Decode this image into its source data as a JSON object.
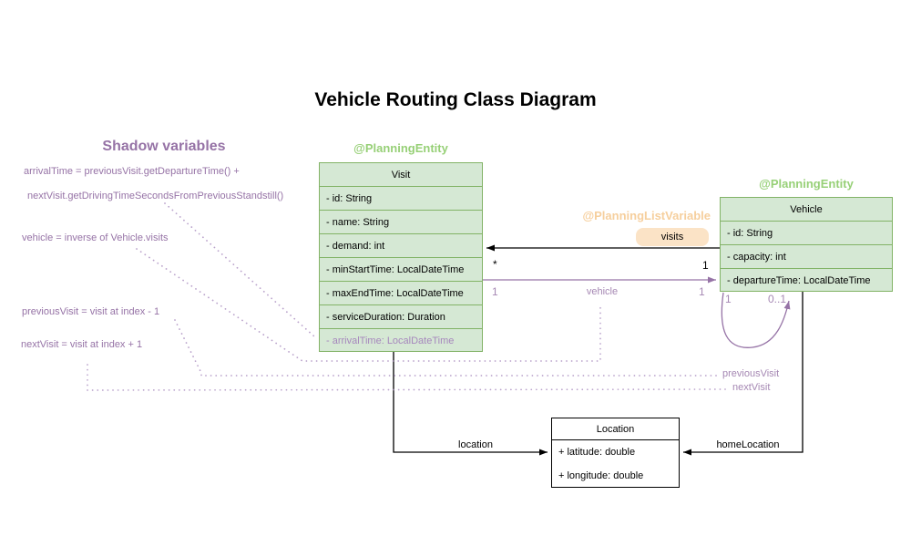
{
  "title": "Vehicle Routing Class Diagram",
  "shadow_panel": {
    "heading": "Shadow variables",
    "lines": [
      "arrivalTime = previousVisit.getDepartureTime() +",
      "nextVisit.getDrivingTimeSecondsFromPreviousStandstill()",
      "vehicle = inverse of Vehicle.visits",
      "previousVisit = visit at index - 1",
      "nextVisit = visit at index + 1"
    ]
  },
  "annotations": {
    "visit_entity": "@PlanningEntity",
    "vehicle_entity": "@PlanningEntity",
    "planning_list_variable": "@PlanningListVariable"
  },
  "classes": {
    "visit": {
      "name": "Visit",
      "attributes": [
        "- id: String",
        "- name: String",
        "- demand: int",
        "- minStartTime: LocalDateTime",
        "- maxEndTime: LocalDateTime",
        "- serviceDuration: Duration"
      ],
      "shadow_attribute": "- arrivalTime: LocalDateTime"
    },
    "vehicle": {
      "name": "Vehicle",
      "attributes": [
        "- id: String",
        "- capacity: int",
        "- departureTime: LocalDateTime"
      ]
    },
    "location": {
      "name": "Location",
      "attributes": [
        "+ latitude: double",
        "+ longitude: double"
      ]
    }
  },
  "relations": {
    "visits": {
      "label": "visits",
      "source_multiplicity": "1",
      "target_multiplicity": "*"
    },
    "vehicle": {
      "label": "vehicle",
      "source_multiplicity": "1",
      "target_multiplicity": "1"
    },
    "next_prev_loop": {
      "source_multiplicity": "1",
      "target_multiplicity": "0..1",
      "previous_label": "previousVisit",
      "next_label": "nextVisit"
    },
    "location": {
      "label": "location"
    },
    "home_location": {
      "label": "homeLocation"
    }
  },
  "colors": {
    "entity_green": "#97d077",
    "class_fill_green": "#d5e8d4",
    "class_stroke_green": "#82b366",
    "purple": "#9673a6",
    "light_purple": "#a98cbf",
    "orange_fill": "#fbe3c6",
    "orange_text": "#f6cf9d",
    "ink": "#000000"
  }
}
